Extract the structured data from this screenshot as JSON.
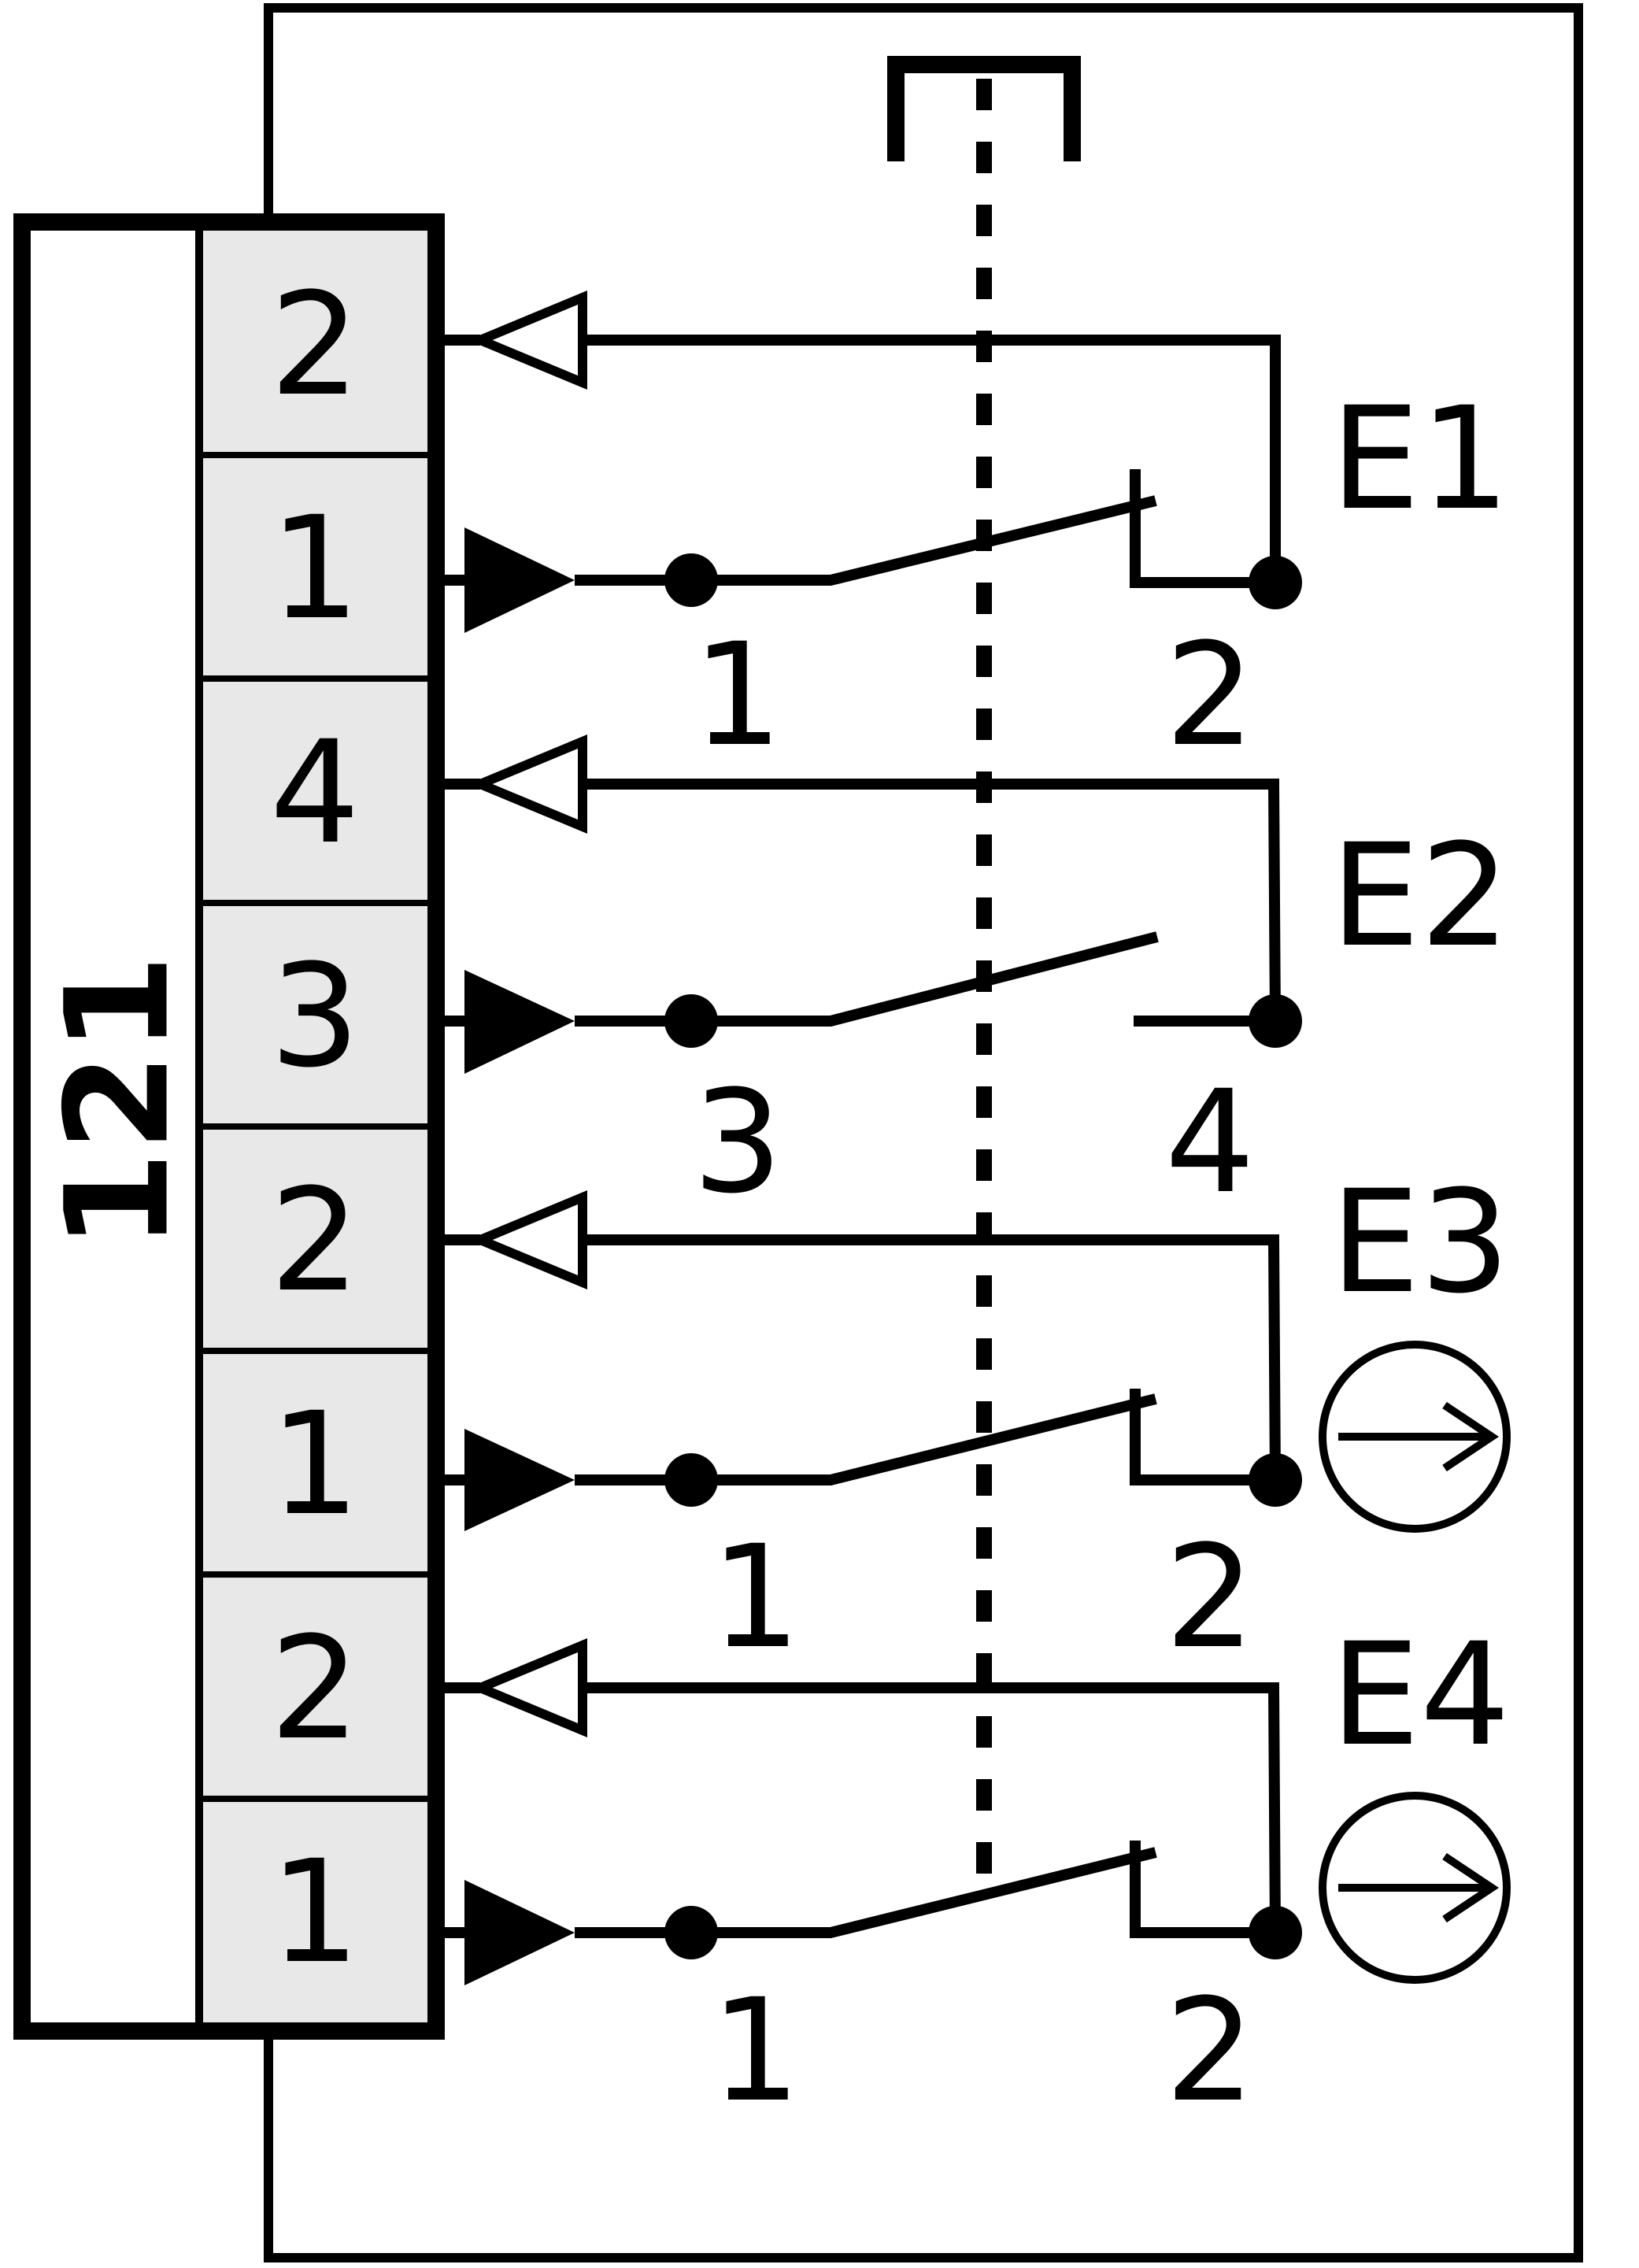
{
  "connector": {
    "label": "121",
    "pins": [
      "2",
      "1",
      "4",
      "3",
      "2",
      "1",
      "2",
      "1"
    ]
  },
  "contacts": [
    {
      "name": "E1",
      "terminal_left": "1",
      "terminal_right": "2",
      "type": "NC"
    },
    {
      "name": "E2",
      "terminal_left": "3",
      "terminal_right": "4",
      "type": "NO"
    },
    {
      "name": "E3",
      "terminal_left": "1",
      "terminal_right": "2",
      "type": "NC",
      "positive_opening_symbol": true
    },
    {
      "name": "E4",
      "terminal_left": "1",
      "terminal_right": "2",
      "type": "NC",
      "positive_opening_symbol": true
    }
  ]
}
